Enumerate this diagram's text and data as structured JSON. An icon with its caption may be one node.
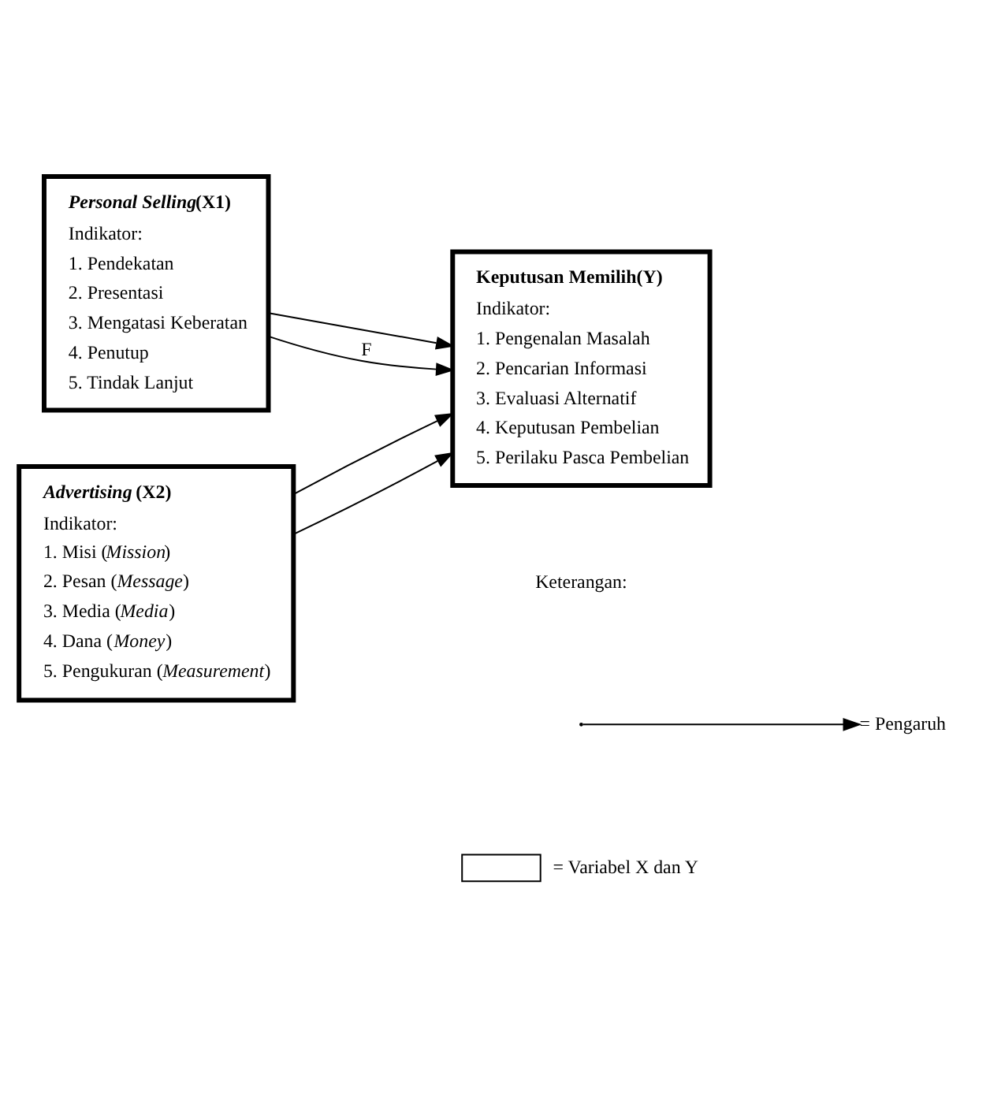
{
  "diagram": {
    "nodes": [
      {
        "text": [
          "*Personal Selling*(X1)",
          "Indikator:",
          "1. Pendekatan",
          "2. Presentasi",
          "3. Mengatasi Keberatan",
          "4. Penutup",
          "5. Tindak Lanjut"
        ]
      },
      {
        "text": [
          "*Advertising* (X2)",
          "Indikator:",
          "1. Misi (*Mission*)",
          "2. Pesan (*Message*)",
          "3. Media (*Media*)",
          "4. Dana (*Money*)",
          "5. Pengukuran (*Measurement*)"
        ]
      },
      {
        "text": [
          "Keputusan Memilih(Y)",
          "Indikator:",
          "1. Pengenalan Masalah",
          "2. Pencarian Informasi",
          "3. Evaluasi Alternatif",
          "4. Keputusan Pembelian",
          "5. Perilaku Pasca Pembelian"
        ]
      }
    ],
    "edges": [
      {
        "from": 0,
        "to": 2,
        "arrow": "to"
      },
      {
        "from": 1,
        "to": 2,
        "arrow": "to"
      },
      {
        "from": 0,
        "to": 2,
        "arrow": "to",
        "label": "F"
      },
      {
        "from": 1,
        "to": 2,
        "arrow": "to"
      }
    ],
    "labels": [
      "Keterangan:"
    ],
    "legend": [
      {
        "text": "= Pengaruh"
      },
      {
        "text": "= Variabel X dan Y"
      }
    ]
  }
}
